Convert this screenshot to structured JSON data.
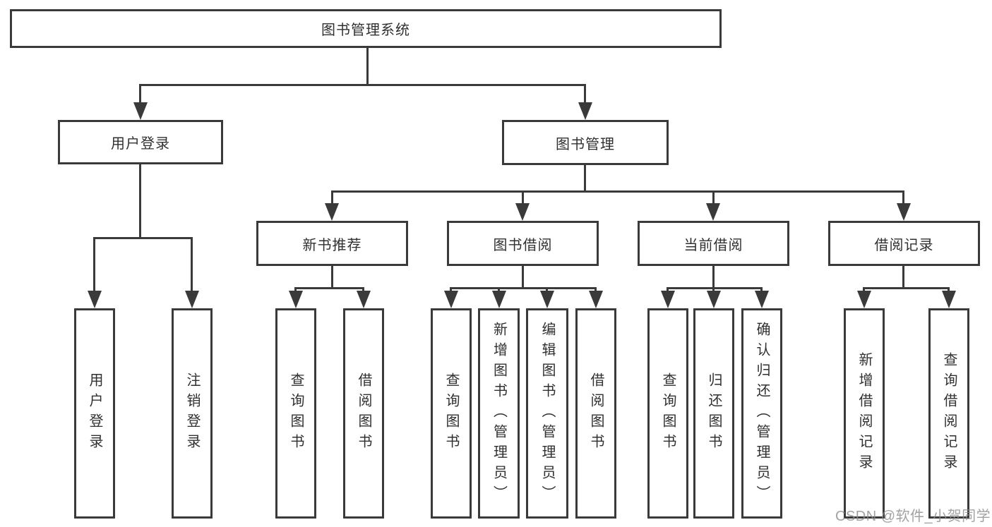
{
  "colors": {
    "bg": "#ffffff",
    "line": "#3a3a3a",
    "text": "#303030",
    "watermark": "#8c8c8c"
  },
  "nodes": {
    "root": "图书管理系统",
    "user_login": "用户登录",
    "book_mgmt": "图书管理",
    "new_book_rec": "新书推荐",
    "book_borrow": "图书借阅",
    "current_borrow": "当前借阅",
    "borrow_records": "借阅记录",
    "leaf_user_login": "用户登录",
    "leaf_logout": "注销登录",
    "leaf_query_book_a": "查询图书",
    "leaf_borrow_book_a": "借阅图书",
    "leaf_query_book_b": "查询图书",
    "leaf_add_book_admin": "新增图书（管理员）",
    "leaf_edit_book_admin": "编辑图书（管理员）",
    "leaf_borrow_book_b": "借阅图书",
    "leaf_query_book_c": "查询图书",
    "leaf_return_book": "归还图书",
    "leaf_confirm_return_admin": "确认归还（管理员）",
    "leaf_add_borrow_record": "新增借阅记录",
    "leaf_query_borrow_record": "查询借阅记录"
  },
  "watermark": "CSDN @软件_小贺同学"
}
